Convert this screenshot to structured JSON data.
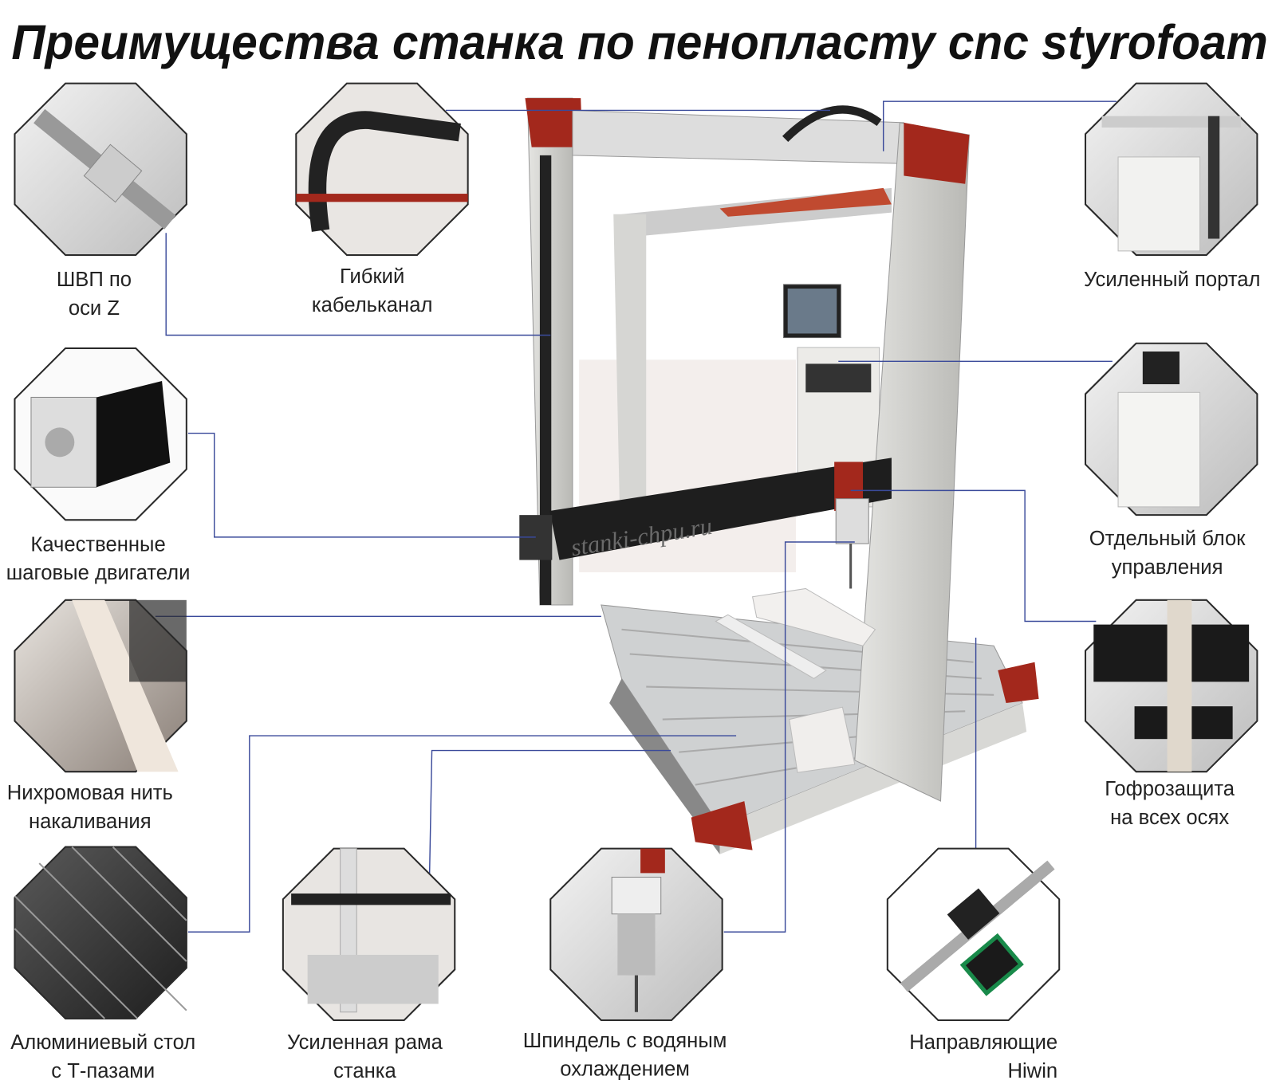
{
  "title": "Преимущества станка по пенопласту cnc styrofoam",
  "features": [
    {
      "id": "ballscrew",
      "lines": [
        "ШВП по",
        "оси Z"
      ]
    },
    {
      "id": "cable-chain",
      "lines": [
        "Гибкий",
        "кабельканал"
      ]
    },
    {
      "id": "portal",
      "lines": [
        "Усиленный портал"
      ]
    },
    {
      "id": "stepper",
      "lines": [
        "Качественные",
        "шаговые двигатели"
      ]
    },
    {
      "id": "control-unit",
      "lines": [
        "Отдельный блок",
        "управления"
      ]
    },
    {
      "id": "nichrome",
      "lines": [
        "Нихромовая нить",
        "накаливания"
      ]
    },
    {
      "id": "bellows",
      "lines": [
        "Гофрозащита",
        "на всех осях"
      ]
    },
    {
      "id": "table",
      "lines": [
        "Алюминиевый стол",
        "с Т-пазами"
      ]
    },
    {
      "id": "frame",
      "lines": [
        "Усиленная рама",
        "станка"
      ]
    },
    {
      "id": "spindle",
      "lines": [
        "Шпиндель с водяным",
        "охлаждением"
      ]
    },
    {
      "id": "rails",
      "lines": [
        "Направляющие",
        "Hiwin"
      ]
    }
  ],
  "watermark": "stanki-chpu.ru",
  "colors": {
    "accent_red": "#a3281c",
    "line_blue": "#3a4a9a",
    "frame_gray": "#d9d9d6"
  }
}
